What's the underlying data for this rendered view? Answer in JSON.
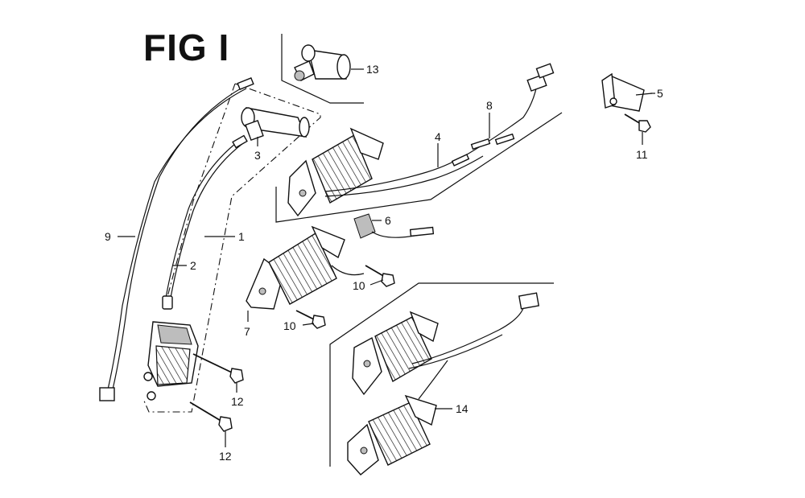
{
  "figure": {
    "title": "FIG I"
  },
  "callouts": {
    "c1": "1",
    "c2": "2",
    "c3": "3",
    "c4": "4",
    "c5": "5",
    "c6": "6",
    "c7": "7",
    "c8": "8",
    "c9": "9",
    "c10a": "10",
    "c10b": "10",
    "c11": "11",
    "c12a": "12",
    "c12b": "12",
    "c13": "13",
    "c14": "14"
  }
}
